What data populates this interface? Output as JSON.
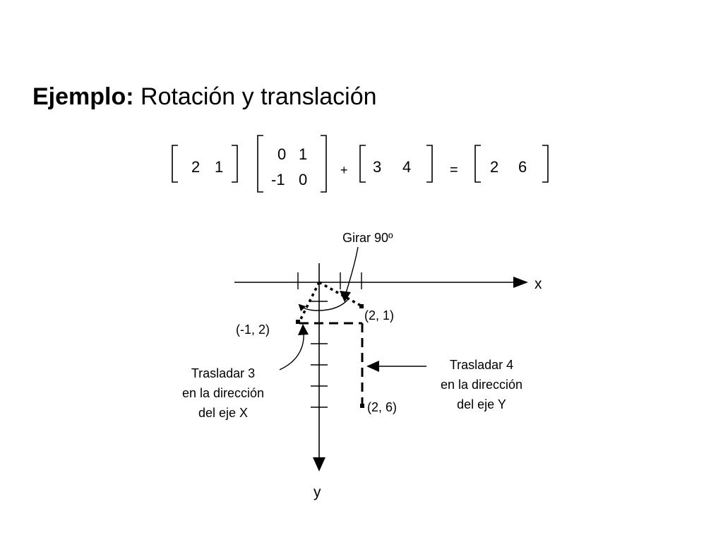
{
  "title": {
    "bold": "Ejemplo:",
    "rest": " Rotación y translación"
  },
  "equation": {
    "point": [
      "2",
      "1"
    ],
    "rotation_row1": [
      "0",
      "1"
    ],
    "rotation_row2": [
      "-1",
      "0"
    ],
    "plus": "+",
    "translation": [
      "3",
      "4"
    ],
    "equals": "=",
    "result": [
      "2",
      "6"
    ]
  },
  "diagram": {
    "x_axis_label": "x",
    "y_axis_label": "y",
    "rotate_label": "Girar 90º",
    "point_a": "(2, 1)",
    "point_b": "(-1, 2)",
    "point_c": "(2, 6)",
    "translate_x_lines": [
      "Trasladar 3",
      "en la dirección",
      "del eje X"
    ],
    "translate_y_lines": [
      "Trasladar 4",
      "en la dirección",
      "del eje Y"
    ]
  }
}
